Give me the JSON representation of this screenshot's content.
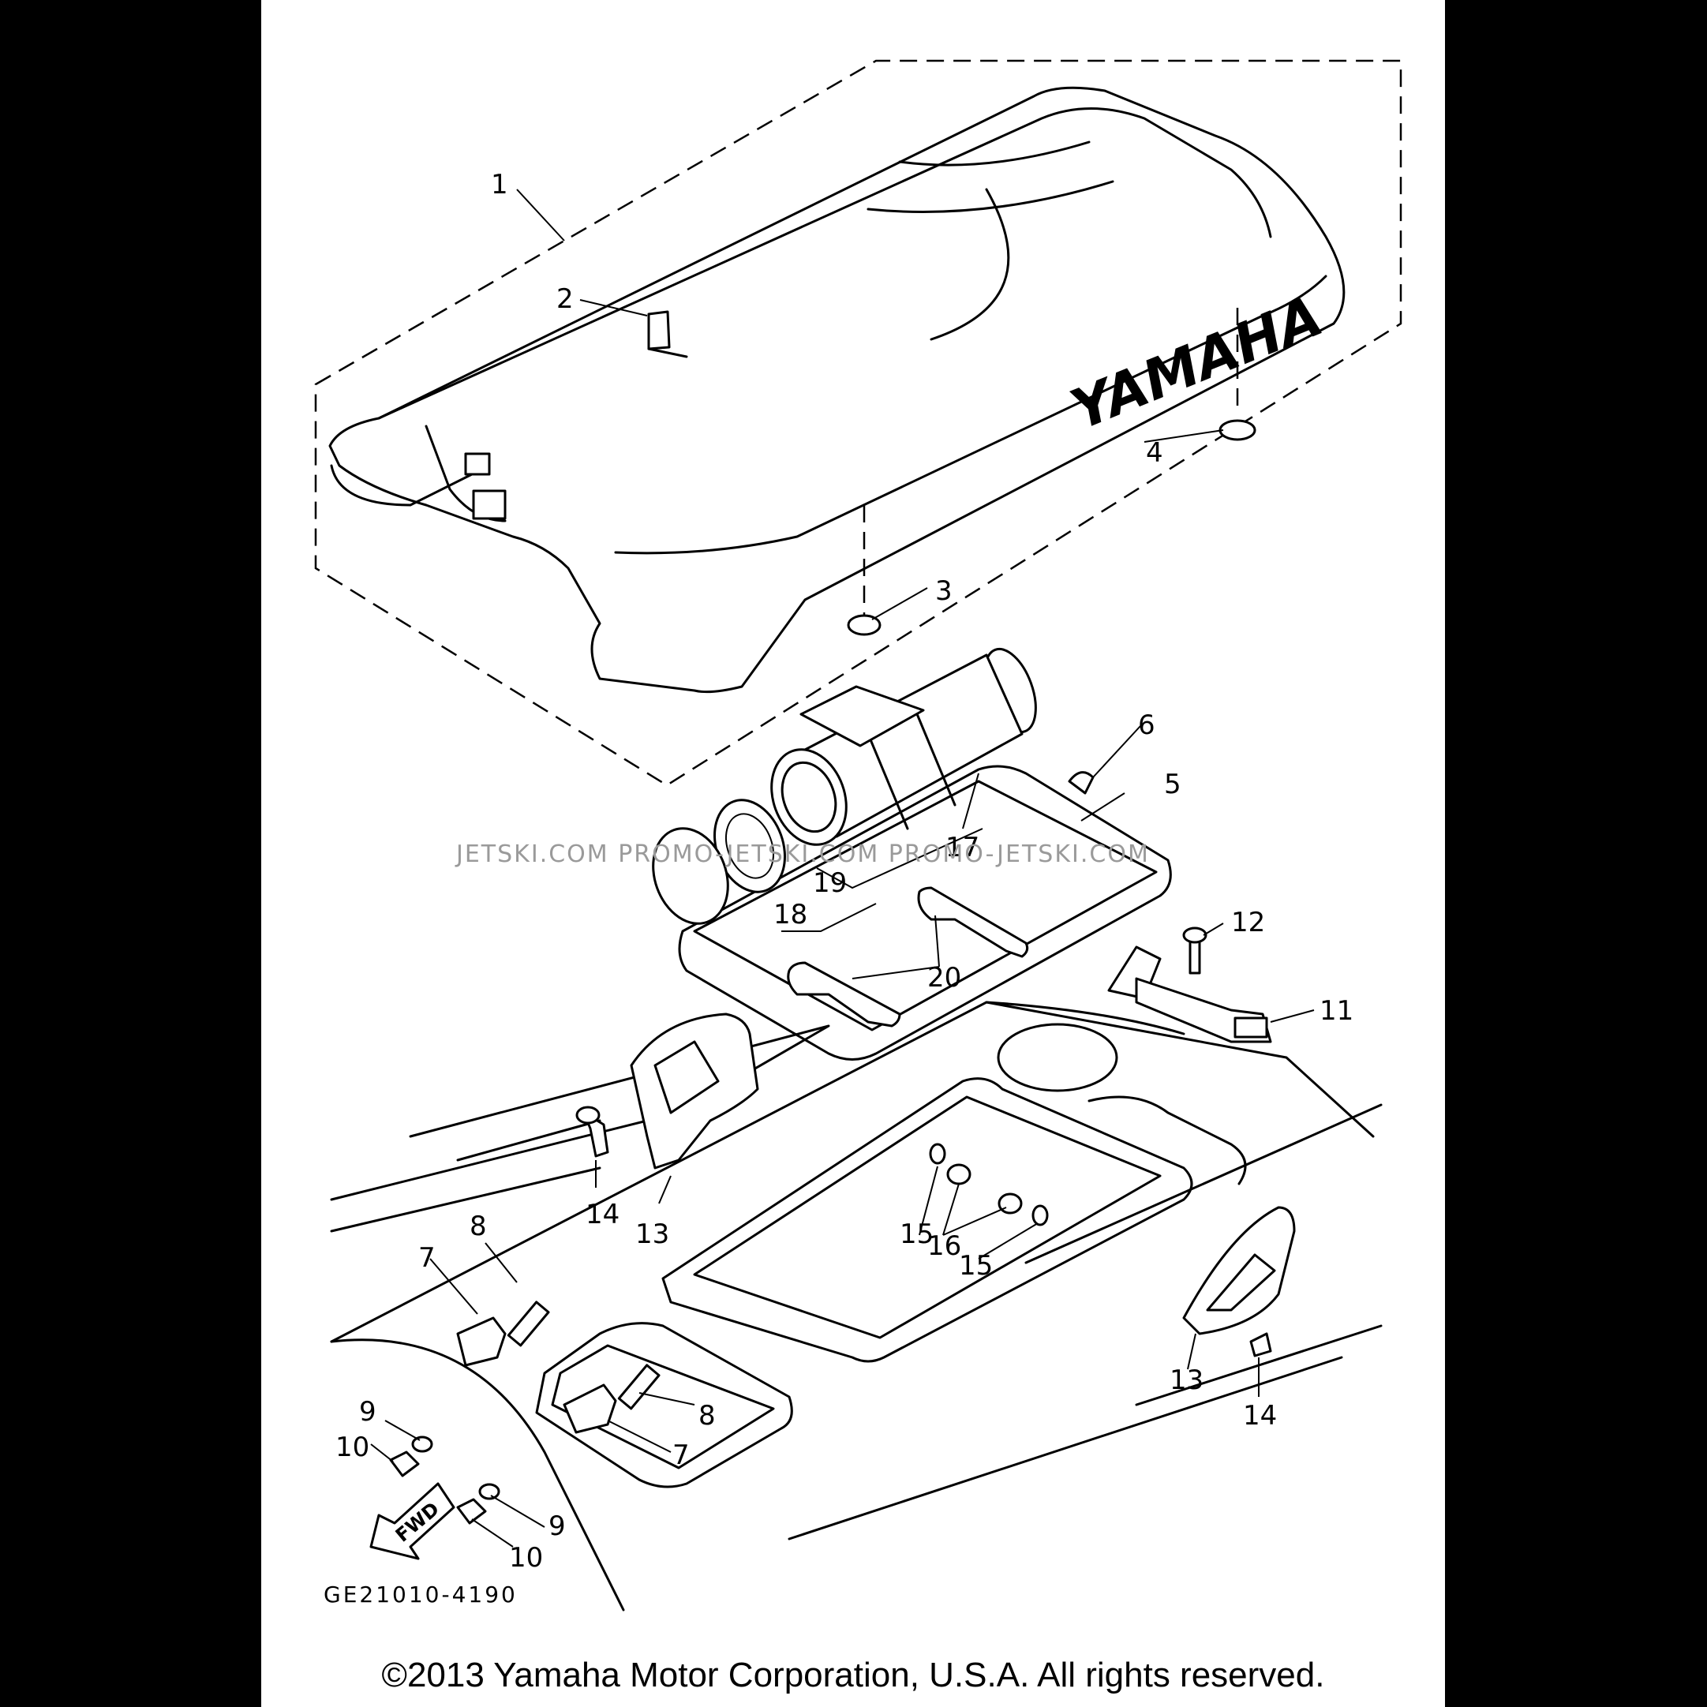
{
  "diagram": {
    "brand_text": "YAMAHA",
    "arrow_text": "FWD",
    "reference_code": "GE21010-4190",
    "watermark": "JETSKI.COM   PROMO-JETSKI.COM   PROMO-JETSKI.COM",
    "callouts": [
      "1",
      "2",
      "3",
      "4",
      "5",
      "6",
      "12",
      "11",
      "17",
      "19",
      "18",
      "20",
      "13",
      "14",
      "8",
      "7",
      "15",
      "16",
      "15",
      "13",
      "14",
      "9",
      "10",
      "8",
      "7",
      "9",
      "10"
    ]
  },
  "footer": {
    "copyright": "©2013 Yamaha Motor Corporation, U.S.A. All rights reserved."
  }
}
